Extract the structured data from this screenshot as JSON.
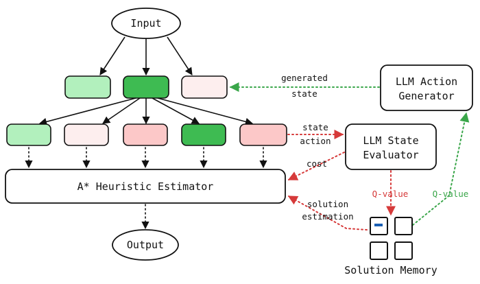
{
  "colors": {
    "light_green": "#b2f0bd",
    "dark_green": "#3ebb52",
    "very_light_pink": "#fdeeee",
    "light_pink": "#fcc8c8",
    "arrow_green": "#3aa64a",
    "arrow_red": "#d63a3a",
    "solution_marker": "#1a5fb4"
  },
  "nodes": {
    "input": "Input",
    "output": "Output",
    "estimator": "A* Heuristic Estimator",
    "generator": [
      "LLM Action",
      "Generator"
    ],
    "evaluator": [
      "LLM State",
      "Evaluator"
    ],
    "memory": "Solution Memory"
  },
  "edge_labels": {
    "generated_state": [
      "generated",
      "state"
    ],
    "state_action": [
      "state",
      "action"
    ],
    "cost": "cost",
    "solution_estimation": [
      "solution",
      "estimation"
    ],
    "q_value_red": "Q-value",
    "q_value_green": "Q-value"
  }
}
